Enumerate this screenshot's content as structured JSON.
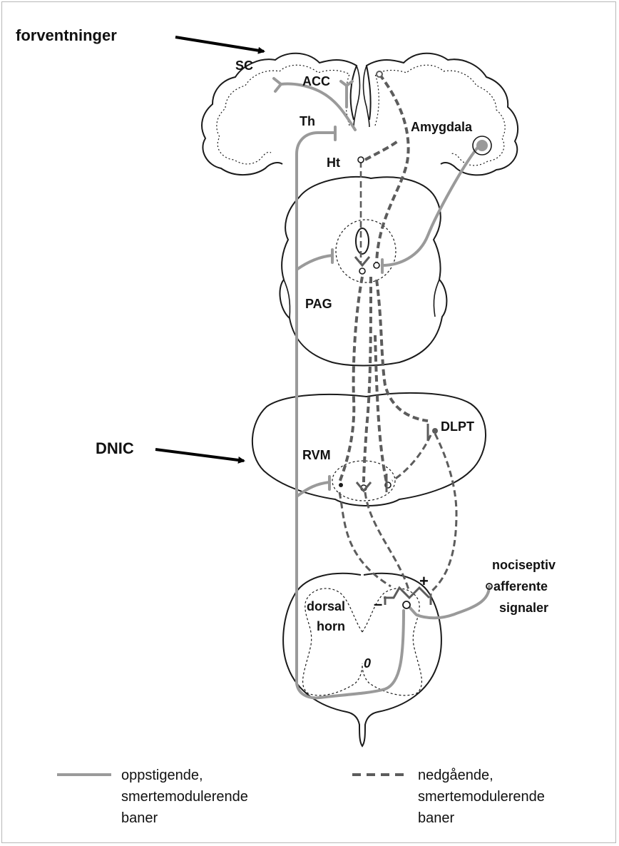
{
  "labels": {
    "expectations": "forventninger",
    "sc": "SC",
    "acc": "ACC",
    "th": "Th",
    "amygdala": "Amygdala",
    "ht": "Ht",
    "pag": "PAG",
    "dnic": "DNIC",
    "dlpt": "DLPT",
    "rvm": "RVM",
    "nociceptive_line1": "nociseptiv",
    "nociceptive_line2": "afferente",
    "nociceptive_line3": "signaler",
    "dorsal_line1": "dorsal",
    "dorsal_line2": "horn",
    "plus": "+",
    "minus": "–",
    "zero": "0"
  },
  "legend": {
    "ascending": {
      "line1": "oppstigende,",
      "line2": "smertemodulerende",
      "line3": "baner"
    },
    "descending": {
      "line1": "nedgående,",
      "line2": "smertemodulerende",
      "line3": "baner"
    }
  },
  "colors": {
    "ascending_pathway": "#9a9a9a",
    "descending_pathway": "#5c5c5c",
    "outline": "#1a1a1a"
  }
}
